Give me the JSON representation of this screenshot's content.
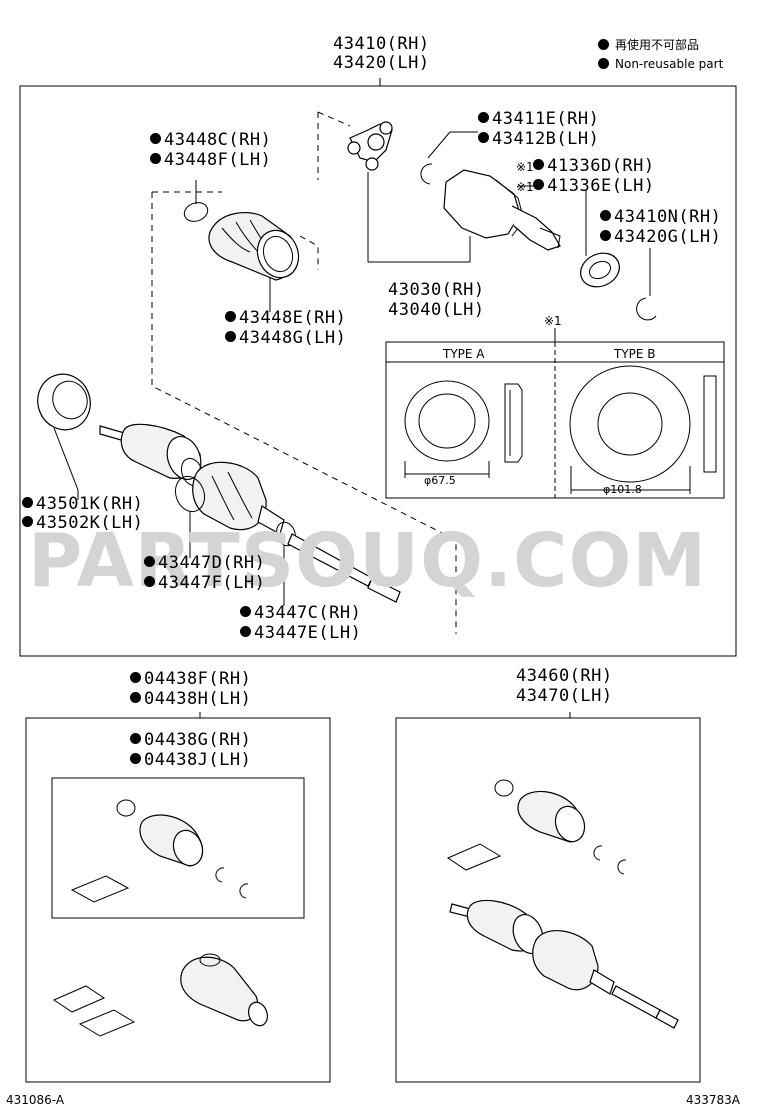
{
  "legend": {
    "jp": "再使用不可部品",
    "en": "Non-reusable part"
  },
  "main_assembly": {
    "rh": "43410(RH)",
    "lh": "43420(LH)"
  },
  "labels": {
    "p43411": {
      "rh": "43411E(RH)",
      "lh": "43412B(LH)"
    },
    "p43448_clamp": {
      "rh": "43448C(RH)",
      "lh": "43448F(LH)"
    },
    "p41336": {
      "rh": "41336D(RH)",
      "lh": "41336E(LH)",
      "ref": "※1"
    },
    "p43410n": {
      "rh": "43410N(RH)",
      "lh": "43420G(LH)"
    },
    "p43030": {
      "rh": "43030(RH)",
      "lh": "43040(LH)"
    },
    "p43448_boot": {
      "rh": "43448E(RH)",
      "lh": "43448G(LH)"
    },
    "p43501": {
      "rh": "43501K(RH)",
      "lh": "43502K(LH)"
    },
    "p43447_d": {
      "rh": "43447D(RH)",
      "lh": "43447F(LH)"
    },
    "p43447_c": {
      "rh": "43447C(RH)",
      "lh": "43447E(LH)"
    },
    "p04438_f": {
      "rh": "04438F(RH)",
      "lh": "04438H(LH)"
    },
    "p04438_g": {
      "rh": "04438G(RH)",
      "lh": "04438J(LH)"
    },
    "p43460": {
      "rh": "43460(RH)",
      "lh": "43470(LH)"
    }
  },
  "seal_types": {
    "ref": "※1",
    "type_a": {
      "title": "TYPE A",
      "dimension": "φ67.5"
    },
    "type_b": {
      "title": "TYPE B",
      "dimension": "φ101.8"
    }
  },
  "watermark": "PARTSOUQ.COM",
  "footer": {
    "left_code": "431086-A",
    "right_code": "433783A"
  }
}
